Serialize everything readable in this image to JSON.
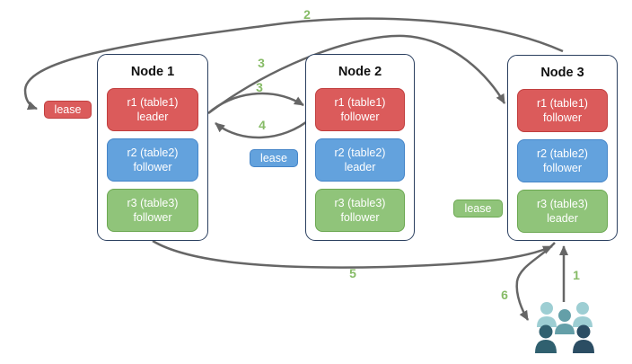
{
  "colors": {
    "red_fill": "#DB5B5B",
    "red_border": "#C13F3F",
    "blue_fill": "#63A2DD",
    "blue_border": "#4585C8",
    "green_fill": "#90C47A",
    "green_border": "#6CA852",
    "node_border": "#2A3F5F",
    "arrow": "#666666",
    "step_number": "#86BB66",
    "users_light": "#9DCED3",
    "users_mid": "#649FA8",
    "users_dark_left": "#30606F",
    "users_dark_right": "#2B4D63"
  },
  "nodes": [
    {
      "title": "Node 1",
      "ranges": [
        {
          "label": "r1 (table1)",
          "role": "leader",
          "color": "red"
        },
        {
          "label": "r2 (table2)",
          "role": "follower",
          "color": "blue"
        },
        {
          "label": "r3 (table3)",
          "role": "follower",
          "color": "green"
        }
      ]
    },
    {
      "title": "Node 2",
      "ranges": [
        {
          "label": "r1 (table1)",
          "role": "follower",
          "color": "red"
        },
        {
          "label": "r2 (table2)",
          "role": "leader",
          "color": "blue"
        },
        {
          "label": "r3 (table3)",
          "role": "follower",
          "color": "green"
        }
      ]
    },
    {
      "title": "Node 3",
      "ranges": [
        {
          "label": "r1 (table1)",
          "role": "follower",
          "color": "red"
        },
        {
          "label": "r2 (table2)",
          "role": "follower",
          "color": "blue"
        },
        {
          "label": "r3 (table3)",
          "role": "leader",
          "color": "green"
        }
      ]
    }
  ],
  "leases": {
    "red": "lease",
    "blue": "lease",
    "green": "lease"
  },
  "steps": {
    "s1": "1",
    "s2": "2",
    "s3_long": "3",
    "s3_short": "3",
    "s4": "4",
    "s5": "5",
    "s6": "6"
  }
}
